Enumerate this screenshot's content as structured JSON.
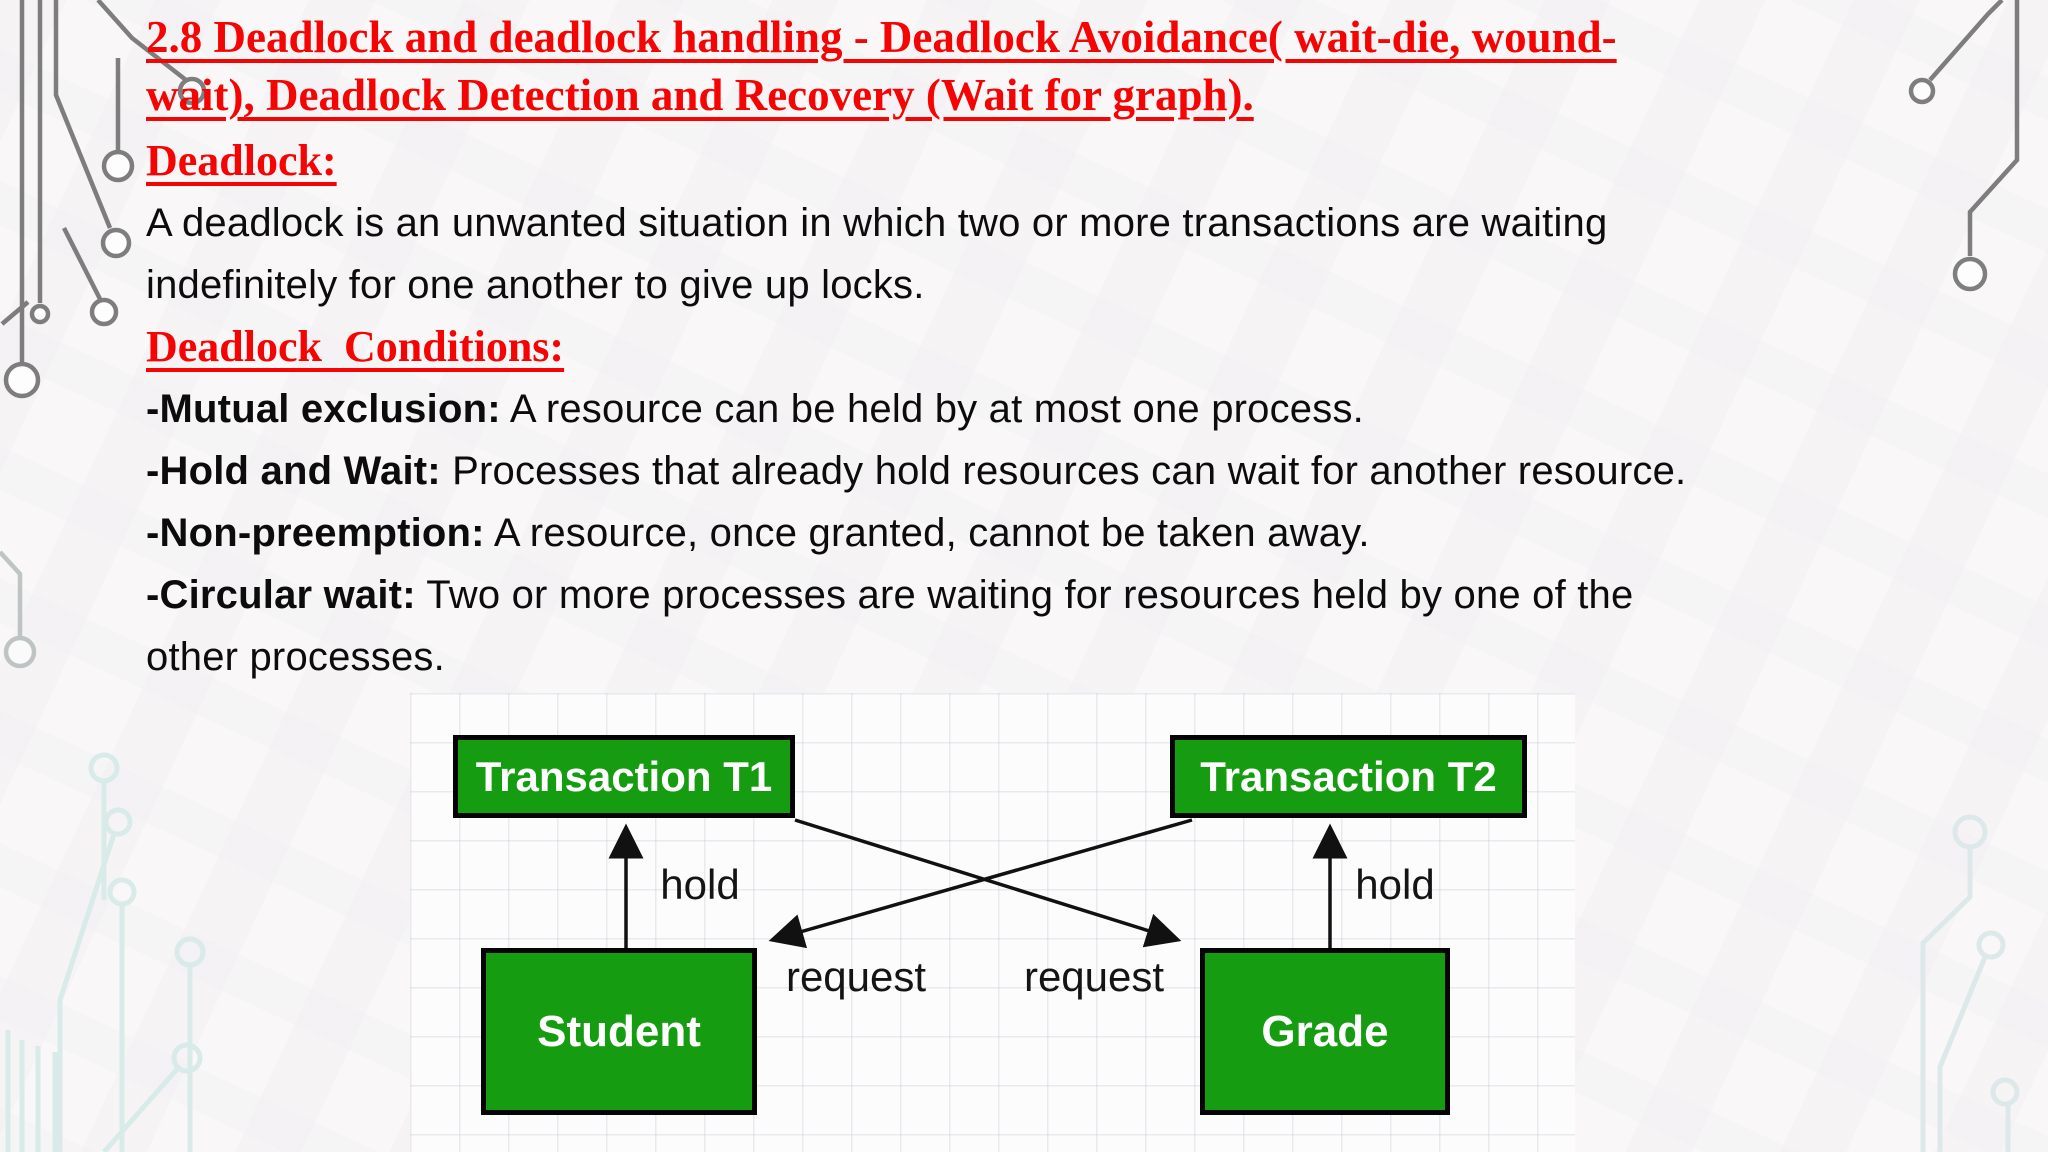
{
  "slide": {
    "title_lines": [
      "2.8 Deadlock and deadlock handling - Deadlock Avoidance( wait-die, wound-",
      "wait), Deadlock Detection and Recovery (Wait for graph)."
    ],
    "headings": {
      "deadlock": "Deadlock:",
      "conditions": "Deadlock  Conditions:"
    },
    "definition_lines": [
      "A deadlock is an unwanted situation in which two or more transactions are waiting",
      "indefinitely for one another to give up locks."
    ],
    "conditions": [
      {
        "term": "-Mutual exclusion:",
        "desc": " A resource can be held by at most one process."
      },
      {
        "term": "-Hold and Wait:",
        "desc": " Processes that already hold resources can wait for another resource."
      },
      {
        "term": "-Non-preemption:",
        "desc": " A resource, once granted, cannot be taken away."
      },
      {
        "term": "-Circular wait:",
        "desc": " Two or more processes are waiting for resources held by one of the"
      },
      {
        "term": "",
        "desc": "other processes."
      }
    ],
    "colors": {
      "accent_red": "#f50404",
      "node_green": "#159c10",
      "node_border": "#050505",
      "text_black": "#0c0c0c",
      "circuit_gray": "#696969",
      "circuit_teal": "#d8ebe8"
    }
  },
  "diagram": {
    "nodes": {
      "t1": "Transaction T1",
      "t2": "Transaction T2",
      "student": "Student",
      "grade": "Grade"
    },
    "edge_labels": {
      "hold_left": "hold",
      "hold_right": "hold",
      "request_left": "request",
      "request_right": "request"
    }
  }
}
